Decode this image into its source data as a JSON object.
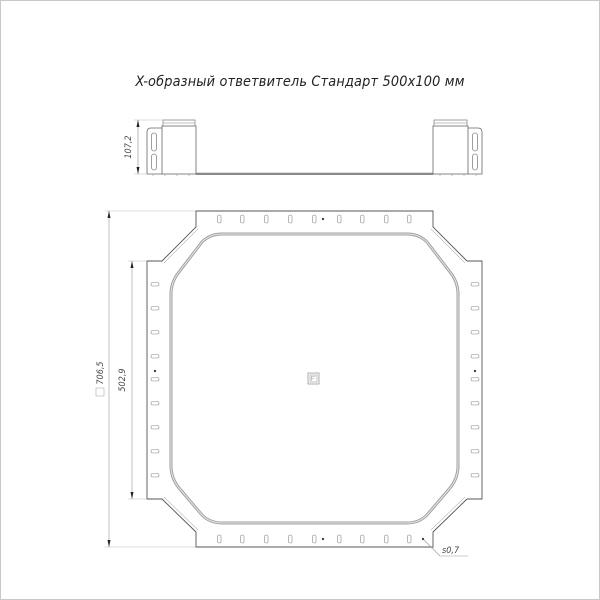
{
  "title": "X-образный ответвитель Стандарт 500x100 мм",
  "side_view": {
    "height_dimension": "107,2"
  },
  "top_view": {
    "outer_dimension": "706,5",
    "outer_dimension_symbol": "square-icon",
    "inner_dimension": "502,9",
    "thickness_label": "s0,7",
    "center_logo": "manufacturer-logo-icon"
  },
  "colors": {
    "outline": "#555555",
    "light_line": "#aaaaaa",
    "inner_contour": "#9a9a9a",
    "text": "#222222",
    "border": "#c8c8c8"
  }
}
